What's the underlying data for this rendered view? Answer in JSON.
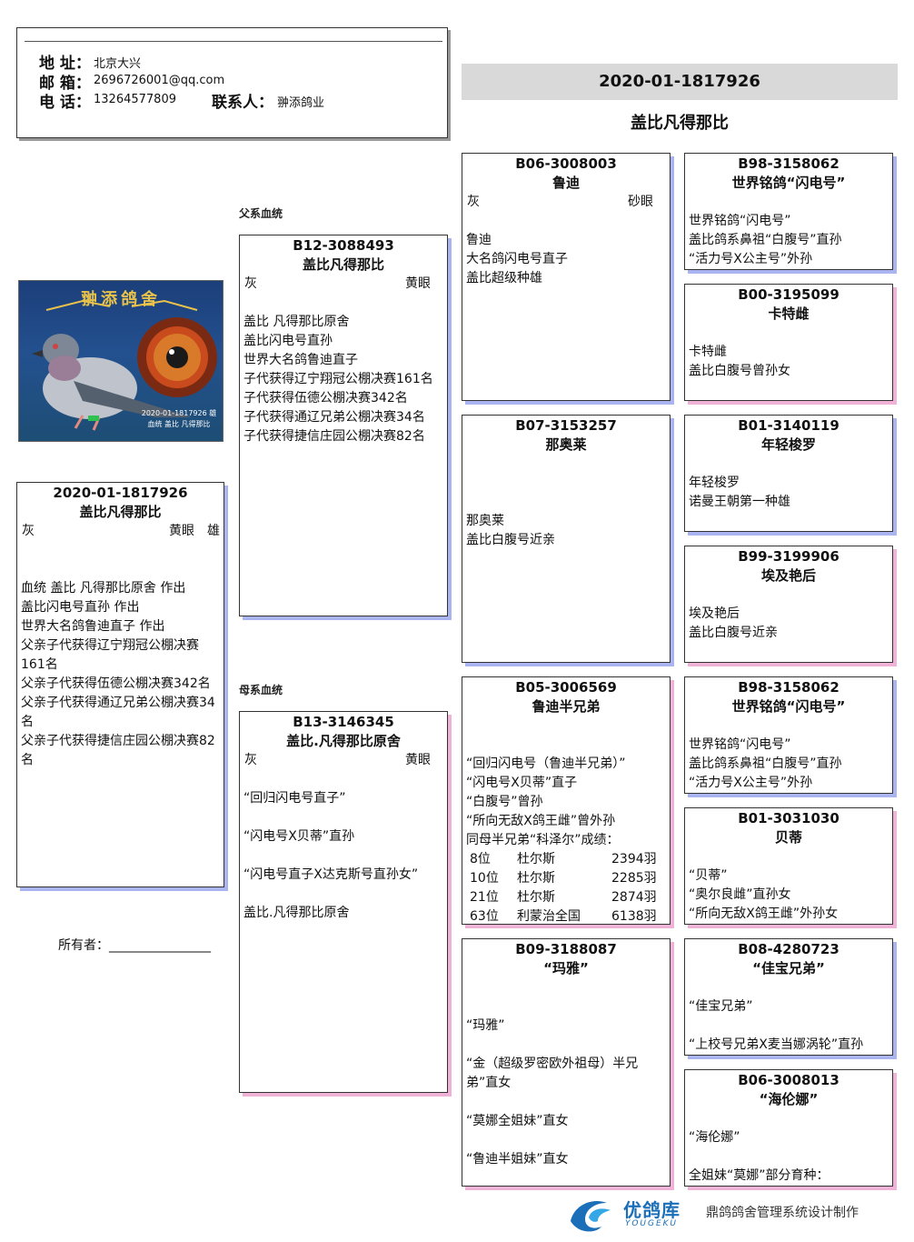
{
  "contact": {
    "address_label": "地 址：",
    "address_value": "北京大兴",
    "email_label": "邮 箱：",
    "email_value": "2696726001@qq.com",
    "phone_label": "电 话：",
    "phone_value": "13264577809",
    "contact_label": "联系人：",
    "contact_value": "翀添鸽业"
  },
  "header": {
    "ring": "2020-01-1817926",
    "name": "盖比凡得那比"
  },
  "photo": {
    "banner": "翀添鸽舍",
    "caption_ring": "2020-01-1817926 雄",
    "caption_name": "血统 盖比 凡得那比"
  },
  "subject": {
    "ring": "2020-01-1817926",
    "name": "盖比凡得那比",
    "color": "灰",
    "eye": "黄眼",
    "sex": "雄",
    "notes": [
      "血统 盖比 凡得那比原舍 作出",
      "盖比闪电号直孙 作出",
      "世界大名鸽鲁迪直子 作出",
      "父亲子代获得辽宁翔冠公棚决赛161名",
      "父亲子代获得伍德公棚决赛342名",
      "父亲子代获得通辽兄弟公棚决赛34名",
      "父亲子代获得捷信庄园公棚决赛82名"
    ]
  },
  "owner": {
    "label": "所有者：",
    "blank": "________________"
  },
  "labels": {
    "sire_line": "父系血统",
    "dam_line": "母系血统"
  },
  "sire": {
    "ring": "B12-3088493",
    "name": "盖比凡得那比",
    "color": "灰",
    "eye": "黄眼",
    "notes": [
      "盖比 凡得那比原舍",
      "盖比闪电号直孙",
      "世界大名鸽鲁迪直子",
      "子代获得辽宁翔冠公棚决赛161名",
      "子代获得伍德公棚决赛342名",
      "子代获得通辽兄弟公棚决赛34名",
      "子代获得捷信庄园公棚决赛82名"
    ]
  },
  "dam": {
    "ring": "B13-3146345",
    "name": "盖比.凡得那比原舍",
    "color": "灰",
    "eye": "黄眼",
    "notes": [
      "“回归闪电号直子”",
      "",
      "“闪电号X贝蒂”直孙",
      "",
      "“闪电号直子X达克斯号直孙女”",
      "",
      "盖比.凡得那比原舍"
    ]
  },
  "ss": {
    "ring": "B06-3008003",
    "name": "鲁迪",
    "color": "灰",
    "eye": "砂眼",
    "notes": [
      "鲁迪",
      "大名鸽闪电号直子",
      "盖比超级种雄"
    ]
  },
  "sd": {
    "ring": "B07-3153257",
    "name": "那奥莱",
    "notes": [
      "那奥莱",
      "盖比白腹号近亲"
    ]
  },
  "ds": {
    "ring": "B05-3006569",
    "name": "鲁迪半兄弟",
    "notes": [
      "“回归闪电号（鲁迪半兄弟）”",
      "“闪电号X贝蒂”直子",
      "“白腹号”曾孙",
      "“所向无敌X鸽王雌”曾外孙",
      "同母半兄弟“科泽尔”成绩："
    ],
    "results": [
      {
        "place": "8位",
        "race": "杜尔斯",
        "birds": "2394羽"
      },
      {
        "place": "10位",
        "race": "杜尔斯",
        "birds": "2285羽"
      },
      {
        "place": "21位",
        "race": "杜尔斯",
        "birds": "2874羽"
      },
      {
        "place": "63位",
        "race": "利蒙治全国",
        "birds": "6138羽"
      }
    ]
  },
  "dd": {
    "ring": "B09-3188087",
    "name": "“玛雅”",
    "notes": [
      "“玛雅”",
      "",
      "“金（超级罗密欧外祖母）半兄弟”直女",
      "",
      "“莫娜全姐妹”直女",
      "",
      "“鲁迪半姐妹”直女"
    ]
  },
  "sss": {
    "ring": "B98-3158062",
    "name": "世界铭鸽“闪电号”",
    "notes": [
      "世界铭鸽“闪电号”",
      "盖比鸽系鼻祖“白腹号”直孙",
      "“活力号X公主号”外孙"
    ]
  },
  "ssd": {
    "ring": "B00-3195099",
    "name": "卡特雌",
    "notes": [
      "卡特雌",
      "盖比白腹号曾孙女"
    ]
  },
  "sds": {
    "ring": "B01-3140119",
    "name": "年轻梭罗",
    "notes": [
      "年轻梭罗",
      "诺曼王朝第一种雄"
    ]
  },
  "sdd": {
    "ring": "B99-3199906",
    "name": "埃及艳后",
    "notes": [
      "埃及艳后",
      "盖比白腹号近亲"
    ]
  },
  "dss": {
    "ring": "B98-3158062",
    "name": "世界铭鸽“闪电号”",
    "notes": [
      "世界铭鸽“闪电号”",
      "盖比鸽系鼻祖“白腹号”直孙",
      "“活力号X公主号”外孙"
    ]
  },
  "dsd": {
    "ring": "B01-3031030",
    "name": "贝蒂",
    "notes": [
      "“贝蒂”",
      "“奥尔良雌”直孙女",
      "“所向无敌X鸽王雌”外孙女"
    ]
  },
  "dds": {
    "ring": "B08-4280723",
    "name": "“佳宝兄弟”",
    "notes": [
      "“佳宝兄弟”",
      "",
      "“上校号兄弟X麦当娜涡轮”直孙"
    ]
  },
  "ddd": {
    "ring": "B06-3008013",
    "name": "“海伦娜”",
    "notes": [
      "“海伦娜”",
      "",
      "全姐妹“莫娜”部分育种："
    ]
  },
  "footer": {
    "brand_cn": "优鸽库",
    "brand_en": "YOUGEKU",
    "credit": "鼎鸽鸽舍管理系统设计制作"
  },
  "colors": {
    "header_bar": "#d9d9d9",
    "shadow_sire": "#aab4f0",
    "shadow_dam": "#f0b2d6",
    "logo_blue": "#1a6fb8"
  }
}
